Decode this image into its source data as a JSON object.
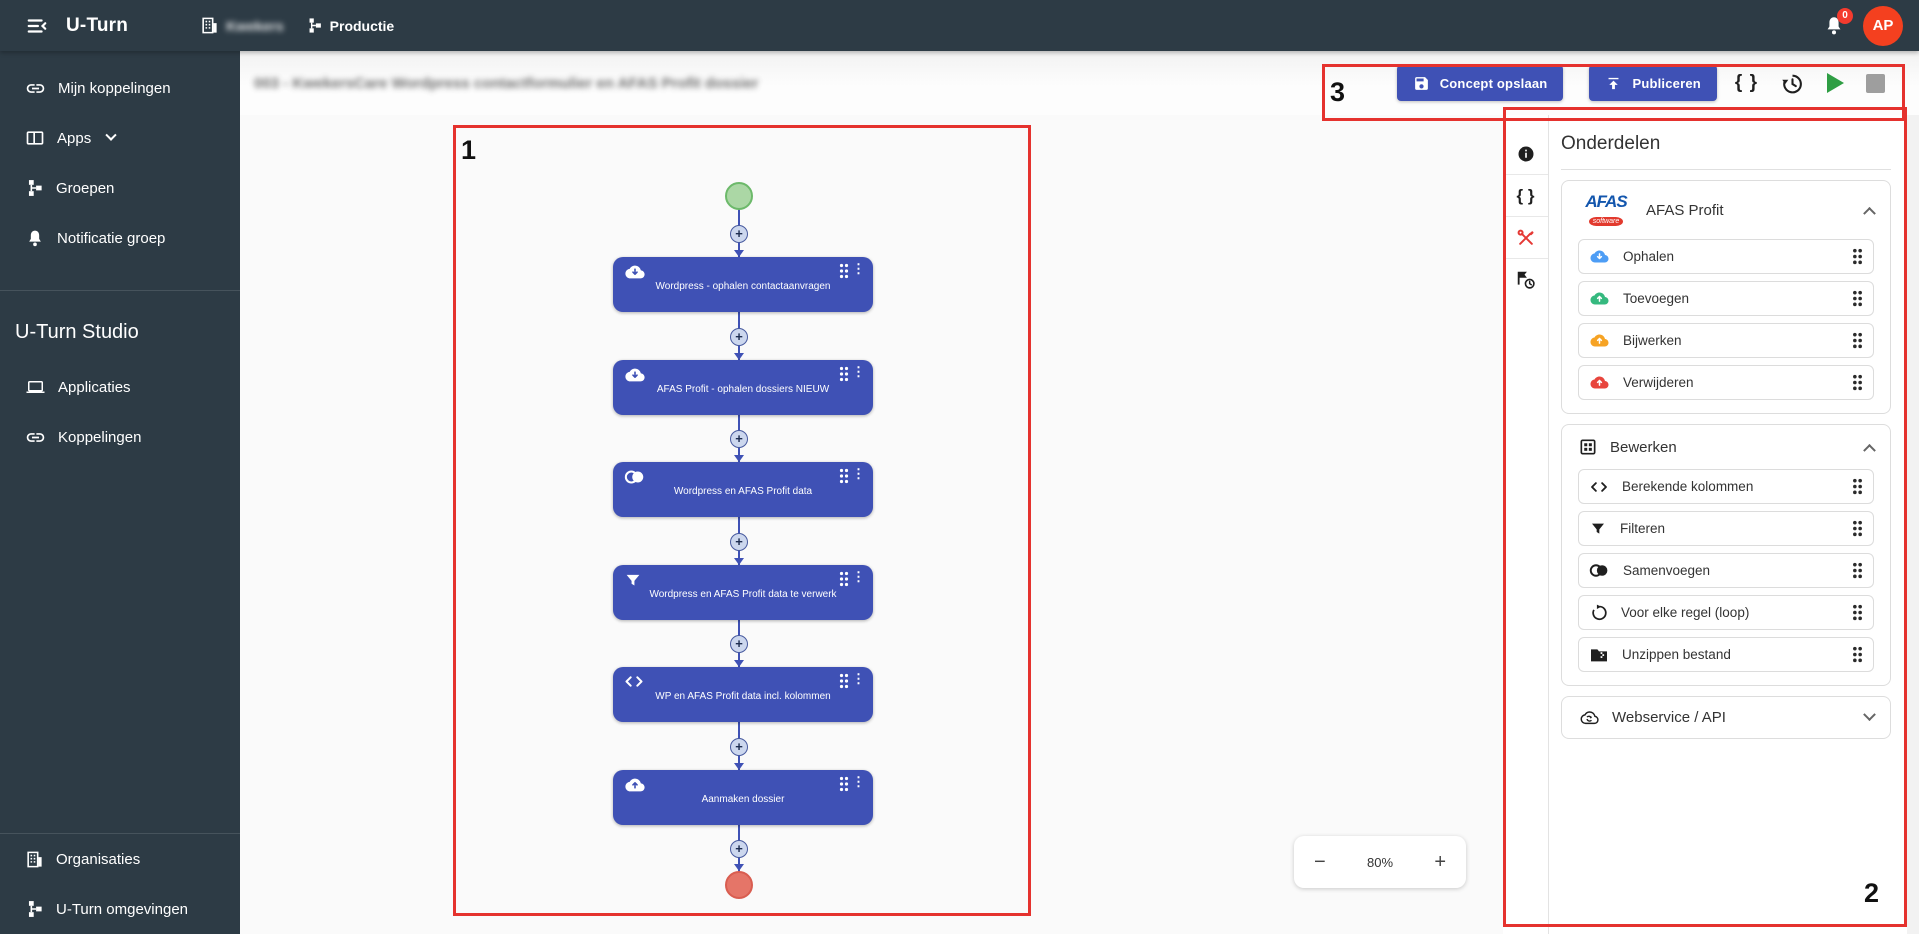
{
  "navbar": {
    "brand": "U-Turn",
    "org_name_blurred": "Kwekers",
    "environment": "Productie",
    "notification_badge": "0",
    "avatar_initials": "AP"
  },
  "sidebar": {
    "items": [
      {
        "label": "Mijn koppelingen",
        "icon": "link-icon"
      },
      {
        "label": "Apps",
        "icon": "apps-icon"
      },
      {
        "label": "Groepen",
        "icon": "schema-icon"
      },
      {
        "label": "Notificatie groep",
        "icon": "bell-icon"
      }
    ],
    "studio_heading": "U-Turn Studio",
    "studio_items": [
      {
        "label": "Applicaties",
        "icon": "laptop-icon"
      },
      {
        "label": "Koppelingen",
        "icon": "link-icon"
      }
    ],
    "bottom_items": [
      {
        "label": "Organisaties",
        "icon": "building-icon"
      },
      {
        "label": "U-Turn omgevingen",
        "icon": "schema-icon"
      }
    ]
  },
  "header": {
    "title_blurred": "003 - KwekersCare Wordpress contactformulier en AFAS Profit dossier",
    "save_button": "Concept opslaan",
    "publish_button": "Publiceren"
  },
  "workflow": {
    "nodes": [
      {
        "label": "Wordpress - ophalen contactaanvragen",
        "icon": "cloud-download-icon"
      },
      {
        "label": "AFAS Profit - ophalen dossiers NIEUW",
        "icon": "cloud-download-icon"
      },
      {
        "label": "Wordpress en AFAS Profit data",
        "icon": "join-icon"
      },
      {
        "label": "Wordpress en AFAS Profit data te verwerk",
        "icon": "filter-icon"
      },
      {
        "label": "WP en AFAS Profit data incl. kolommen",
        "icon": "code-icon"
      },
      {
        "label": "Aanmaken dossier",
        "icon": "cloud-upload-icon"
      }
    ],
    "zoom": {
      "minus": "−",
      "level": "80%",
      "plus": "+"
    }
  },
  "panel": {
    "title": "Onderdelen",
    "afas_section": {
      "logo_text": "AFAS",
      "logo_subtext": "software",
      "label": "AFAS Profit",
      "items": [
        {
          "label": "Ophalen",
          "icon": "cloud-download-icon",
          "color": "#4d9df5"
        },
        {
          "label": "Toevoegen",
          "icon": "cloud-upload-icon",
          "color": "#35b97f"
        },
        {
          "label": "Bijwerken",
          "icon": "cloud-upload-icon",
          "color": "#f6a324"
        },
        {
          "label": "Verwijderen",
          "icon": "cloud-upload-icon",
          "color": "#e8453d"
        }
      ]
    },
    "bewerken_section": {
      "label": "Bewerken",
      "icon": "table-icon",
      "items": [
        {
          "label": "Berekende kolommen",
          "icon": "code-icon"
        },
        {
          "label": "Filteren",
          "icon": "filter-icon"
        },
        {
          "label": "Samenvoegen",
          "icon": "join-icon"
        },
        {
          "label": "Voor elke regel (loop)",
          "icon": "loop-icon"
        },
        {
          "label": "Unzippen bestand",
          "icon": "zip-folder-icon"
        }
      ]
    },
    "webservice_section": {
      "label": "Webservice / API",
      "icon": "cloud-sync-icon"
    }
  },
  "annotations": {
    "region1": "1",
    "region2": "2",
    "region3": "3",
    "color": "#e5322e"
  },
  "colors": {
    "topbar": "#2d3b45",
    "primary": "#3f51b5",
    "avatar": "#f4401f",
    "badge": "#f43b2e",
    "play": "#2f9e44",
    "stop": "#9e9e9e",
    "start_fill": "#abd7a5",
    "start_border": "#6cb96a",
    "end_fill": "#e57568",
    "end_border": "#d95d50"
  }
}
